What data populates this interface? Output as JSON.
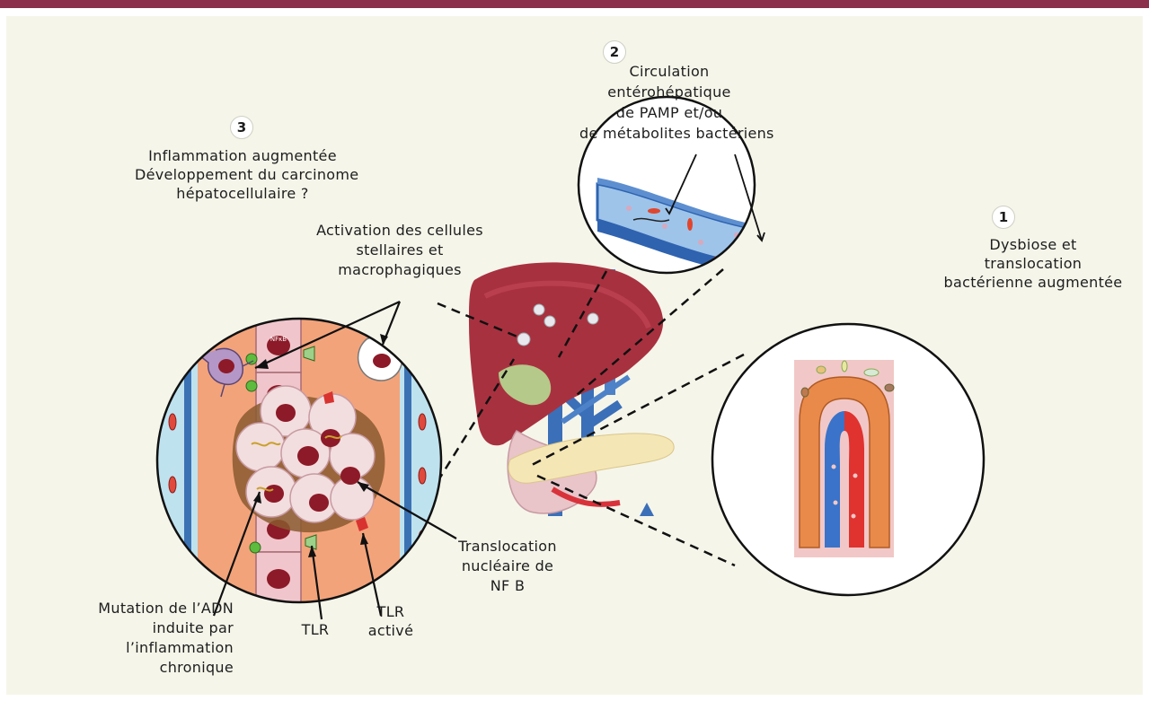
{
  "steps": [
    {
      "number": "1",
      "lines": [
        "Dysbiose et",
        "translocation",
        "bactérienne augmentée"
      ]
    },
    {
      "number": "2",
      "lines": [
        "Circulation",
        "entérohépatique",
        "de PAMP et/ou",
        "de métabolites bactériens"
      ]
    },
    {
      "number": "3",
      "lines": [
        "Inflammation augmentée",
        "Développement  du carcinome",
        "hépatocellulaire ?"
      ]
    }
  ],
  "labels": {
    "activation": [
      "Activation des cellules",
      "stellaires et",
      "macrophagiques"
    ],
    "translocation_nfkb": [
      "Translocation",
      "nucléaire de",
      "NF B"
    ],
    "mutation": [
      "Mutation de l’ADN",
      "induite par",
      "l’inflammation",
      "chronique"
    ],
    "tlr": "TLR",
    "tlr_active": [
      "TLR",
      "activé"
    ],
    "nfkb_tag": "NFκB"
  },
  "colors": {
    "frame_rule": "#8b2f4c",
    "panel_bg": "#f5f5ea",
    "liver": "#a8313f",
    "vessel_blue": "#2f6db5",
    "vessel_red": "#d82a2a",
    "tissue_orange": "#f3a37a",
    "villus_orange": "#e98a4a"
  }
}
